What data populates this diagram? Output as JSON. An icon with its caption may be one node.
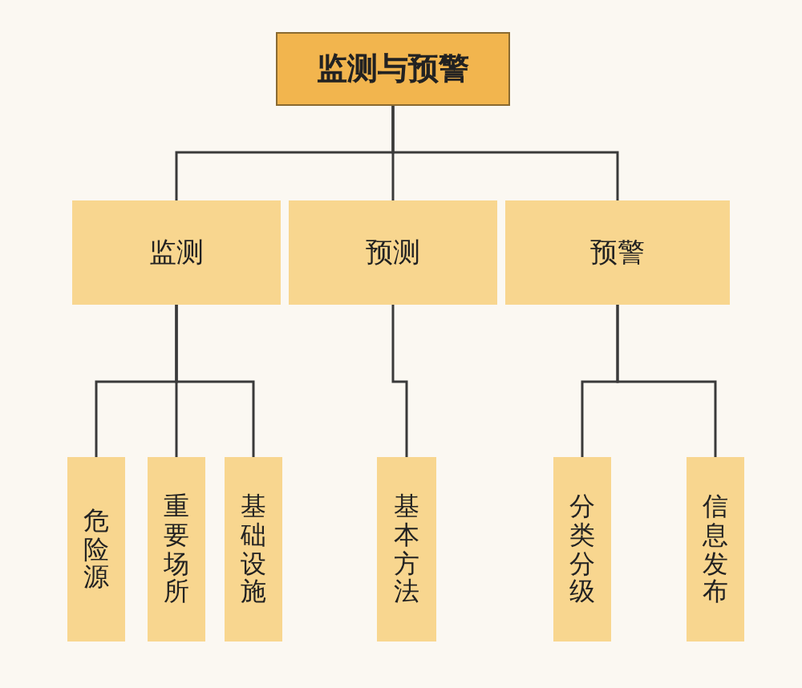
{
  "diagram": {
    "nodes": [
      {
        "text": [
          "监测与预警"
        ]
      },
      {
        "text": [
          "监测"
        ]
      },
      {
        "text": [
          "预测"
        ]
      },
      {
        "text": [
          "预警"
        ]
      },
      {
        "text": [
          "危险源"
        ]
      },
      {
        "text": [
          "重要场所"
        ]
      },
      {
        "text": [
          "基础设施"
        ]
      },
      {
        "text": [
          "基本方法"
        ]
      },
      {
        "text": [
          "分类分级"
        ]
      },
      {
        "text": [
          "信息发布"
        ]
      }
    ],
    "edges": [
      {
        "from": 0,
        "to": 1,
        "arrow": "none"
      },
      {
        "from": 0,
        "to": 2,
        "arrow": "none"
      },
      {
        "from": 0,
        "to": 3,
        "arrow": "none"
      },
      {
        "from": 1,
        "to": 4,
        "arrow": "none"
      },
      {
        "from": 1,
        "to": 5,
        "arrow": "none"
      },
      {
        "from": 1,
        "to": 6,
        "arrow": "none"
      },
      {
        "from": 2,
        "to": 7,
        "arrow": "none"
      },
      {
        "from": 3,
        "to": 8,
        "arrow": "none"
      },
      {
        "from": 3,
        "to": 9,
        "arrow": "none"
      }
    ]
  }
}
